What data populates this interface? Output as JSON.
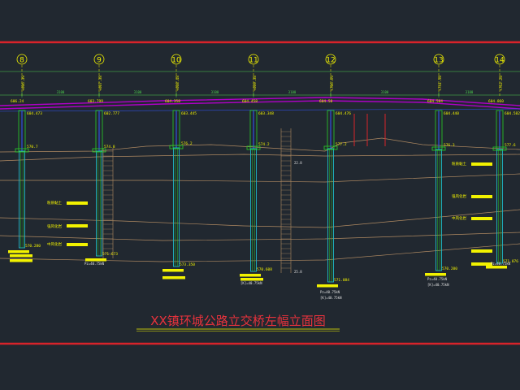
{
  "drawing": {
    "title": "XX镇环城公路立交桥左幅立面图"
  },
  "colors": {
    "background": "#212830",
    "border_red": "#d8232a",
    "axis_yellow": "#f2f200",
    "deck_magenta": "#b000c8",
    "pier_green": "#28d028",
    "pile_cyan": "#20b8c8",
    "strata_tan": "#b08a62",
    "dim_green": "#4cd04c",
    "blue_elev": "#3050e0"
  },
  "axes": [
    {
      "label": "8",
      "elev_top": "+606.39",
      "deck_elev": "606.24",
      "cap_elev": "604.473",
      "ground": "570.7",
      "pile_bot": "570.280"
    },
    {
      "label": "9",
      "elev_top": "+607.38",
      "deck_elev": "603.799",
      "cap_elev": "602.777",
      "ground": "574.8",
      "pile_bot": "571.673"
    },
    {
      "label": "10",
      "elev_top": "+608.48",
      "deck_elev": "604.358",
      "cap_elev": "603.445",
      "ground": "576.2",
      "pile_bot": "573.350"
    },
    {
      "label": "11",
      "elev_top": "+609.38",
      "deck_elev": "604.458",
      "cap_elev": "603.348",
      "ground": "574.2",
      "pile_bot": "570.608"
    },
    {
      "label": "12",
      "elev_top": "+706.69",
      "deck_elev": "604.58",
      "cap_elev": "604.476",
      "ground": "577.2",
      "pile_bot": "571.084"
    },
    {
      "label": "13",
      "elev_top": "+741.58",
      "deck_elev": "604.584",
      "cap_elev": "604.440",
      "ground": "576.3",
      "pile_bot": "570.200"
    },
    {
      "label": "14",
      "elev_top": "+762.28",
      "deck_elev": "604.860",
      "cap_elev": "604.582",
      "ground": "577.6",
      "pile_bot": "571.076"
    }
  ],
  "span_labels": [
    "3100",
    "3100",
    "3100",
    "3100",
    "3100",
    "3100"
  ],
  "layer_labels": [
    "粉质黏土",
    "强风化岩",
    "中风化岩"
  ],
  "notes": {
    "pile_note_9": "Pz=40.75kN",
    "pile_note_11": "[K]=40.75kN",
    "pile_note_12a": "Pz=40.75kN",
    "pile_note_12b": "[K]=40.75kN",
    "pile_note_13a": "Pz=40.75kN",
    "pile_note_13b": "[K]=40.75kN",
    "pile_note_14": "Pz=40.75kN",
    "sounding_top": "22.8",
    "sounding_bot": "25.8"
  }
}
